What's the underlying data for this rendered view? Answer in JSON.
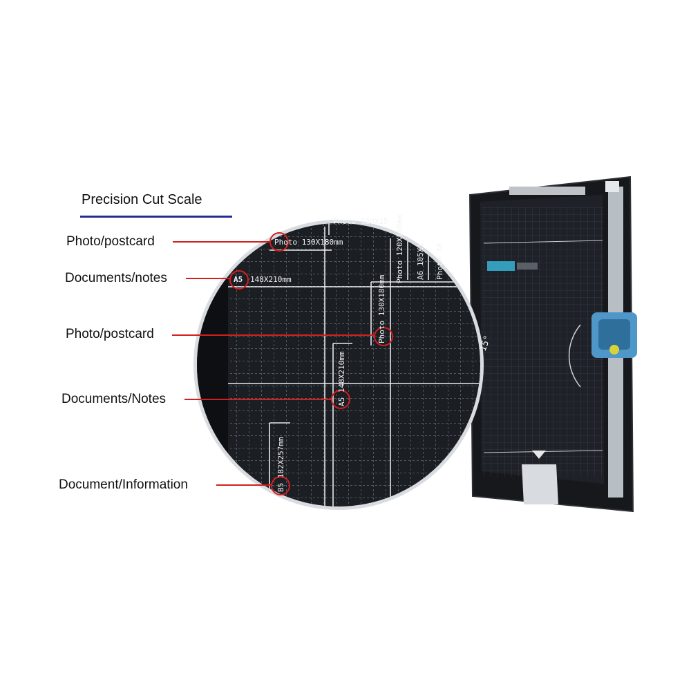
{
  "title": "Precision Cut Scale",
  "callouts": [
    {
      "label": "Photo/postcard"
    },
    {
      "label": "Documents/notes"
    },
    {
      "label": "Photo/postcard"
    },
    {
      "label": "Documents/Notes"
    },
    {
      "label": "Document/Information"
    }
  ],
  "scale_labels": {
    "photo_130x180": "Photo 130X180mm",
    "photo_120x150_top": "Photo 120X15",
    "photo_120x150_vert": "Photo 120X150mm",
    "a6": "A6 105X1",
    "photo_vert2": "Photo 10",
    "a5_badge": "A5",
    "a5_size": "148X210mm",
    "photo_130x180_vert": "Photo 130X180mm",
    "a5_vert": "A5 148X210mm",
    "b5_vert": "B5 182X257mm",
    "angle": "15°"
  },
  "colors": {
    "callout_line": "#d21f1f",
    "underline": "#1f2f8f",
    "board": "#1c1f24"
  }
}
